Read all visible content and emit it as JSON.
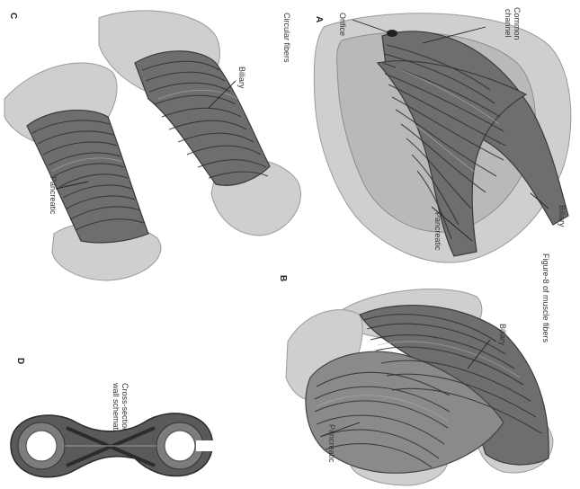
{
  "panels": {
    "a": {
      "letter": "A",
      "labels": {
        "common_channel_line1": "Common",
        "common_channel_line2": "channel",
        "orifice": "Orifice",
        "biliary": "Biliary",
        "pancreatic": "Pancreatic"
      }
    },
    "b": {
      "letter": "B",
      "caption": "Figure-8 of muscle fibers",
      "labels": {
        "biliary": "Biliary",
        "pancreatic": "Pancreatic"
      }
    },
    "c": {
      "letter": "C",
      "caption": "Circular fibers",
      "labels": {
        "biliary": "Biliary",
        "pancreatic": "Pancreatic"
      }
    },
    "d": {
      "letter": "D",
      "caption_line1": "Cross-sectional",
      "caption_line2": "wall schematic"
    }
  }
}
